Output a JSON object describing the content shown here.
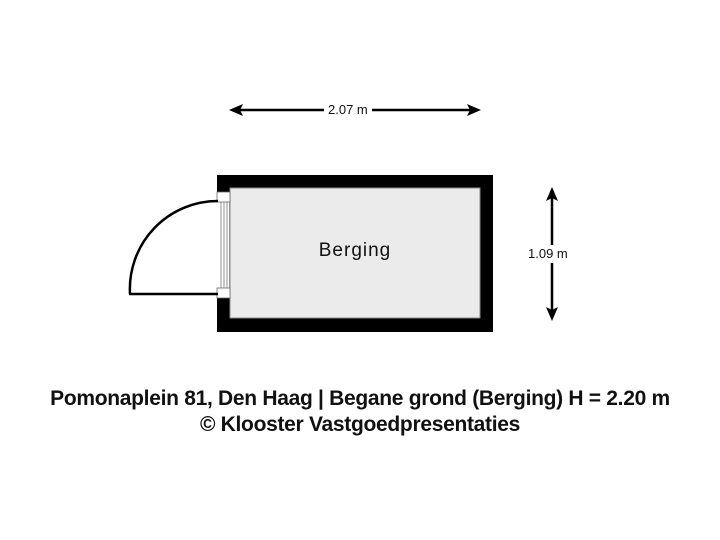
{
  "floorplan": {
    "room": {
      "name": "Berging",
      "width_label": "2.07 m",
      "depth_label": "1.09 m"
    },
    "colors": {
      "wall": "#000000",
      "floor": "#ebebeb",
      "background": "#ffffff",
      "text": "#111111"
    }
  },
  "caption": {
    "line1": "Pomonaplein 81, Den Haag | Begane grond (Berging) H = 2.20 m",
    "line2": "© Klooster Vastgoedpresentaties"
  }
}
